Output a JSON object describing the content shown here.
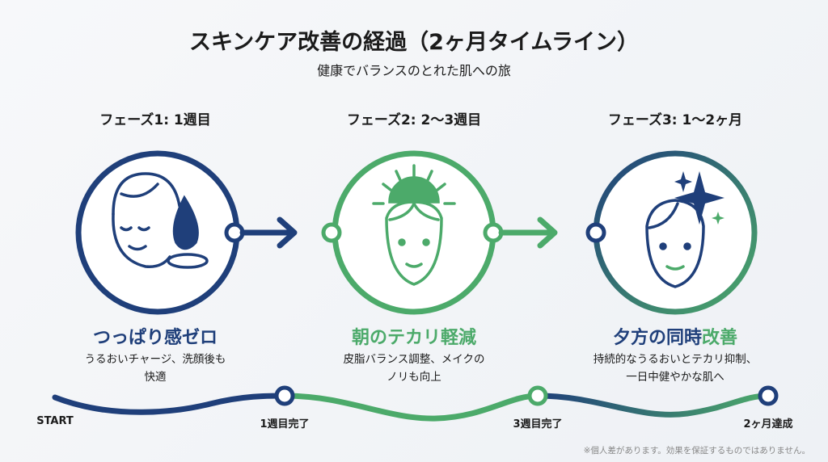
{
  "title": "スキンケア改善の経過（2ヶ月タイムライン）",
  "subtitle": "健康でバランスのとれた肌への旅",
  "colors": {
    "navy": "#1f3f7a",
    "green": "#4caa6a"
  },
  "phases": [
    {
      "label": "フェーズ1: 1週目",
      "icon": "face-with-water-drop-icon",
      "heading": "つっぱり感ゼロ",
      "desc1": "うるおいチャージ、洗顔後も",
      "desc2": "快適"
    },
    {
      "label": "フェーズ2: 2〜3週目",
      "icon": "face-with-sun-icon",
      "heading": "朝のテカリ軽減",
      "desc1": "皮脂バランス調整、メイクの",
      "desc2": "ノリも向上"
    },
    {
      "label": "フェーズ3: 1〜2ヶ月",
      "icon": "face-with-sparkles-icon",
      "heading_a": "夕方の同時",
      "heading_b": "改善",
      "desc1": "持続的なうるおいとテカリ抑制、",
      "desc2": "一日中健やかな肌へ"
    }
  ],
  "timeline": [
    "START",
    "1週目完了",
    "3週目完了",
    "2ヶ月達成"
  ],
  "footnote": "※個人差があります。効果を保証するものではありません。"
}
